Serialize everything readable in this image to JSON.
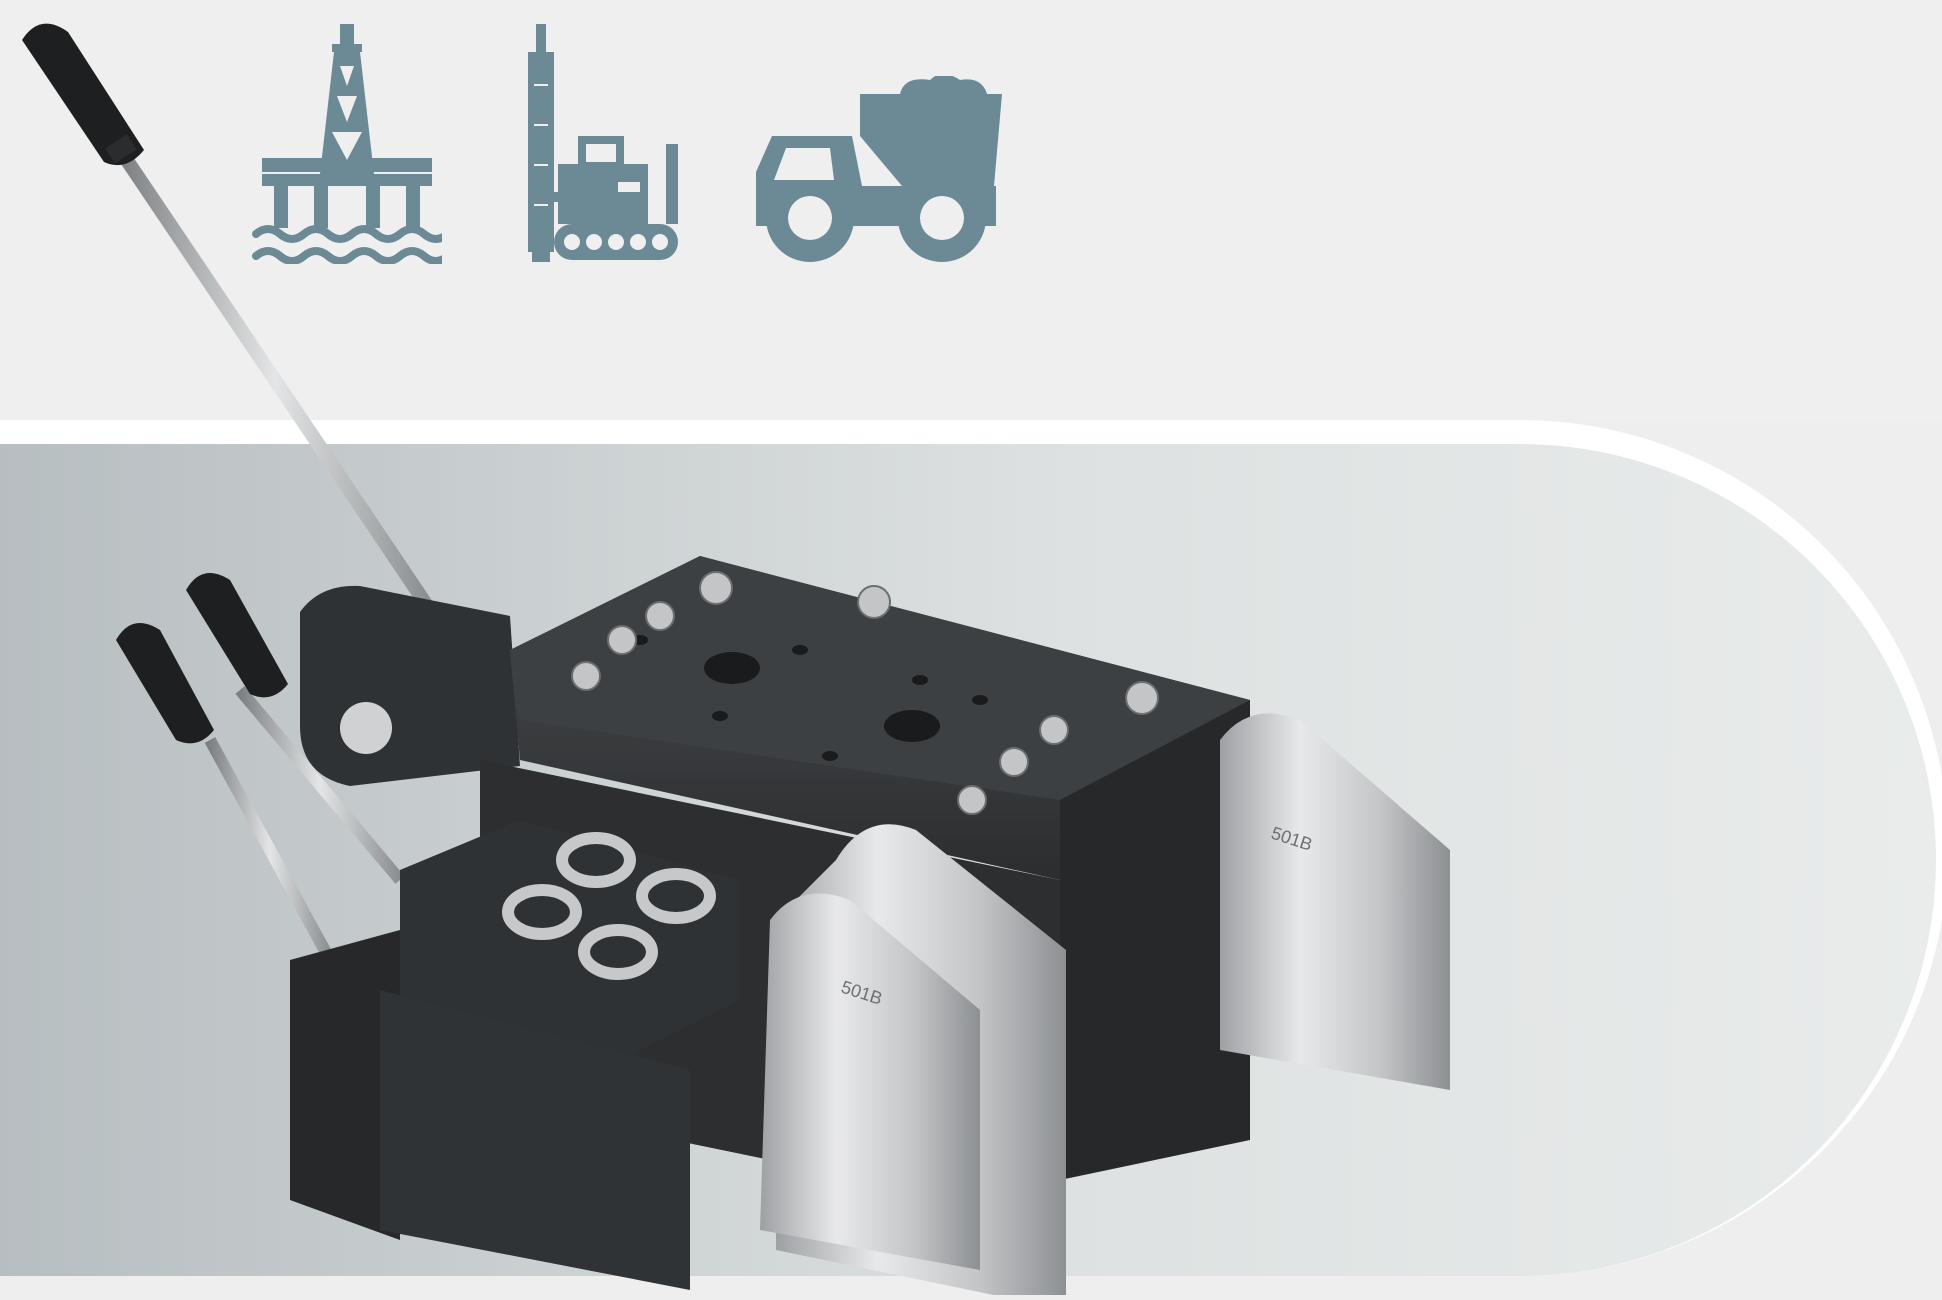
{
  "image": {
    "kind": "product-render",
    "subject": "hydraulic-directional-control-valve",
    "colors": {
      "background_top": "#efefef",
      "panel_gradient_start": "#b7bec1",
      "panel_gradient_end": "#e9eceb",
      "panel_border": "#ffffff",
      "icon_color": "#6b8a96",
      "valve_body": "#3a3d40",
      "valve_body_dark": "#2a2c2e",
      "solenoid_metal": "#c9cacb",
      "lever_knob": "#1e1f20",
      "lever_rod": "#b5b8ba"
    }
  },
  "application_icons": [
    {
      "name": "offshore-platform-icon"
    },
    {
      "name": "drilling-rig-icon"
    },
    {
      "name": "mining-dump-truck-icon"
    }
  ],
  "solenoid_labels": [
    "501B",
    "501B"
  ]
}
